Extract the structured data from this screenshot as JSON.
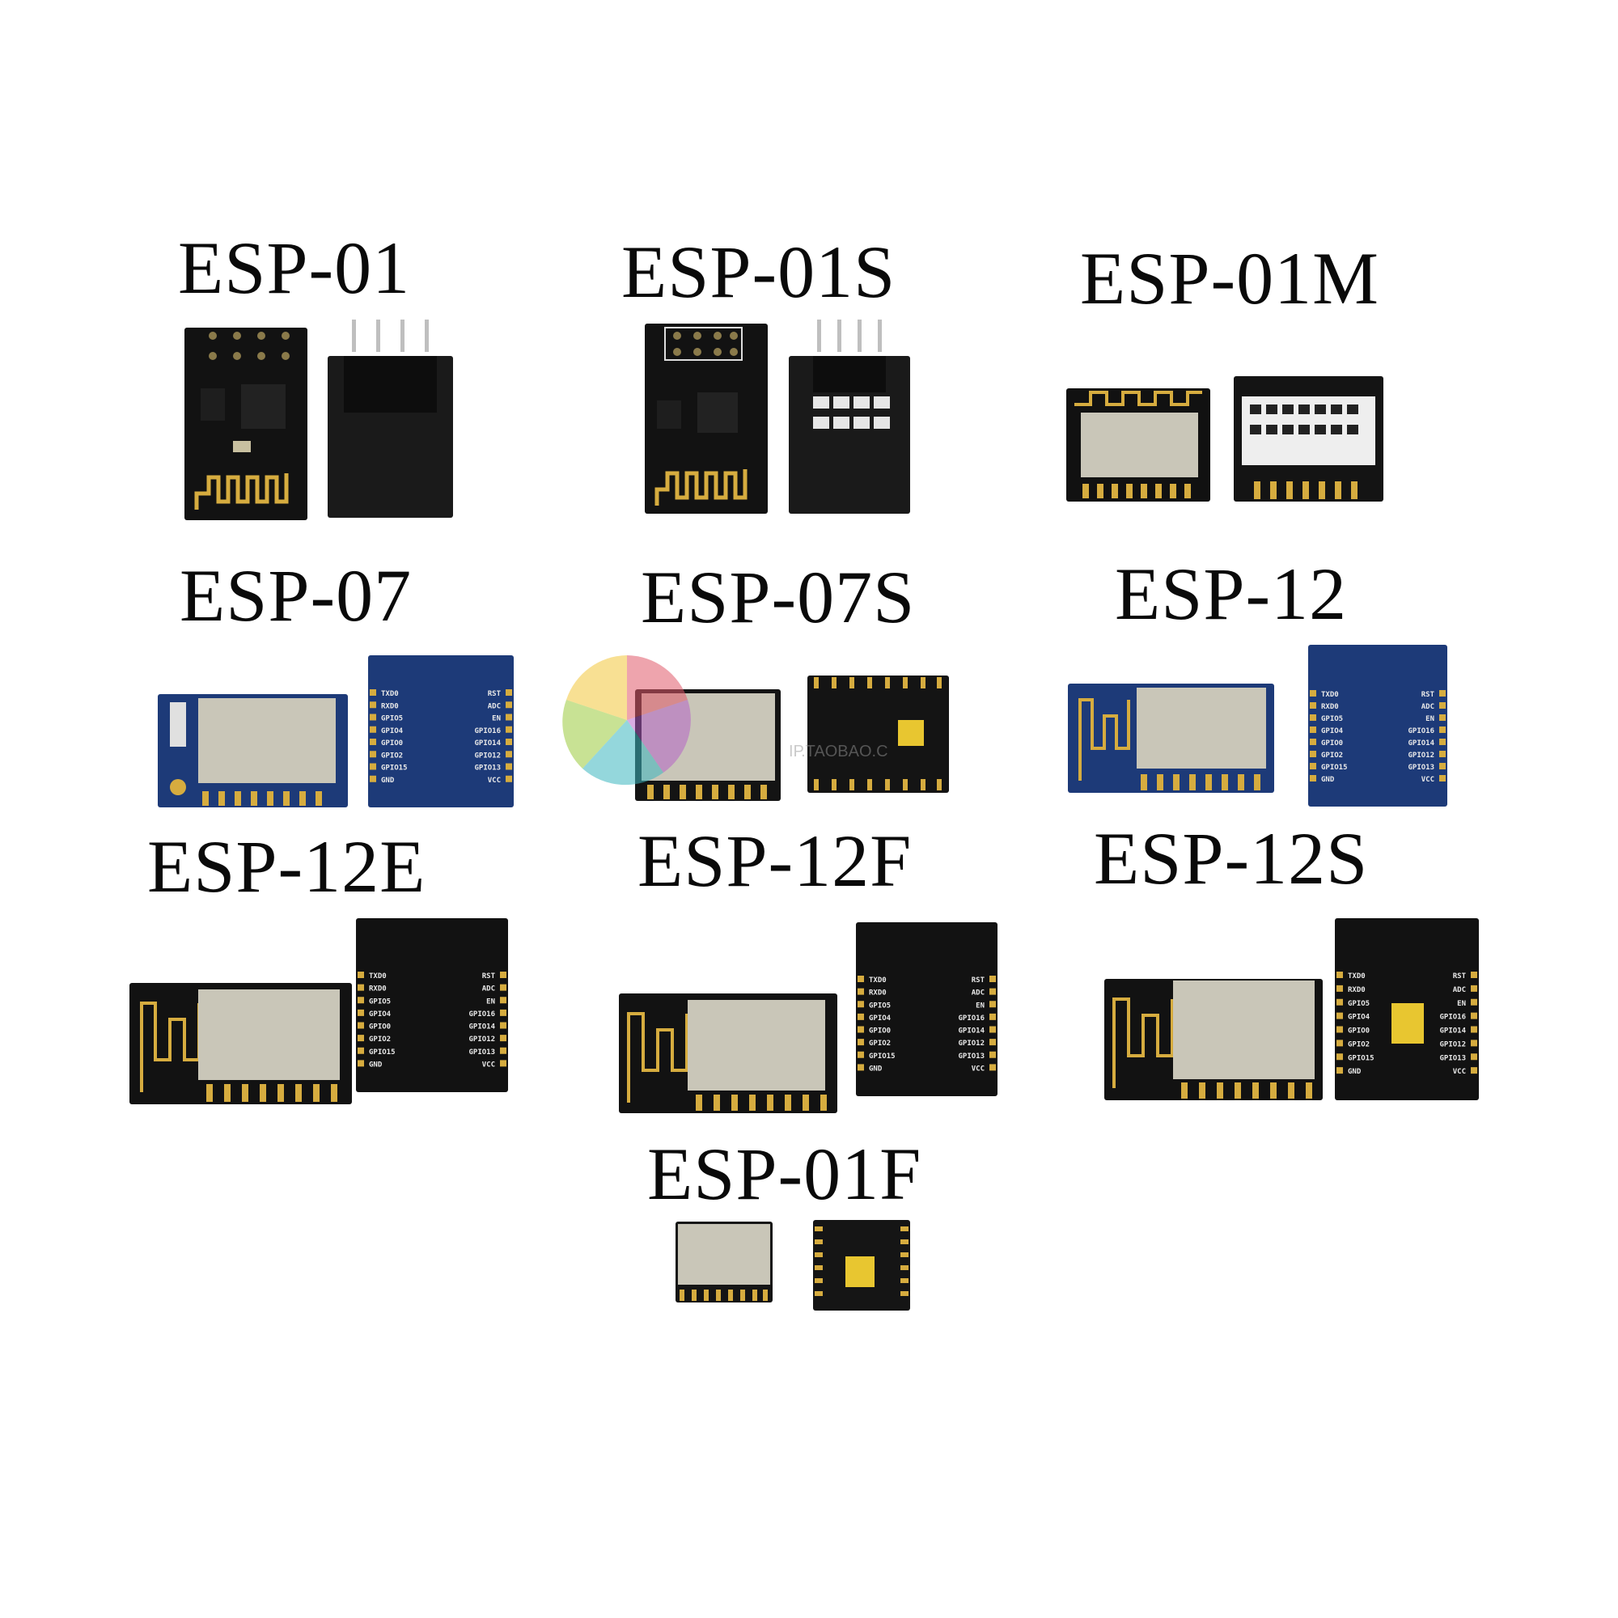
{
  "labels": {
    "esp01": "ESP-01",
    "esp01s": "ESP-01S",
    "esp01m": "ESP-01M",
    "esp07": "ESP-07",
    "esp07s": "ESP-07S",
    "esp12": "ESP-12",
    "esp12e": "ESP-12E",
    "esp12f": "ESP-12F",
    "esp12s": "ESP-12S",
    "esp01f": "ESP-01F"
  },
  "watermark": {
    "line1": "ІР.TAOBAO.C"
  },
  "pins_left": [
    "TXD0",
    "RXD0",
    "GPIO5",
    "GPIO4",
    "GPIO0",
    "GPIO2",
    "GPIO15",
    "GND"
  ],
  "pins_right": [
    "RST",
    "ADC",
    "EN",
    "GPIO16",
    "GPIO14",
    "GPIO12",
    "GPIO13",
    "VCC"
  ],
  "colors": {
    "pcb_black": "#141414",
    "pcb_blue": "#1d3a78",
    "shield": "#c9c6b8",
    "gold": "#d6ac3f"
  }
}
